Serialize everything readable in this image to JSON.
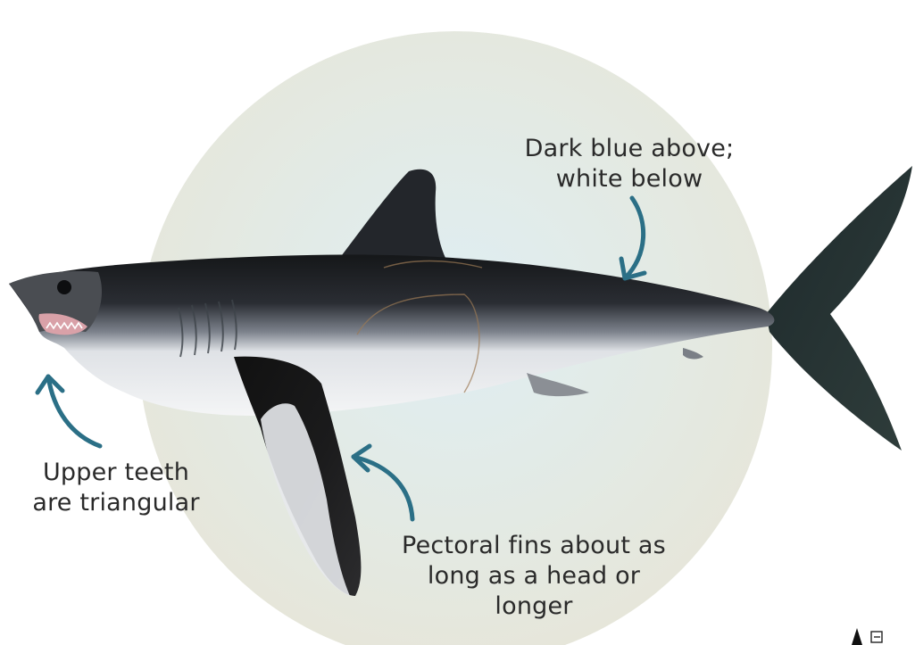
{
  "annotations": {
    "coloration": {
      "line1": "Dark blue above;",
      "line2": "white below"
    },
    "teeth": {
      "line1": "Upper teeth",
      "line2": "are triangular"
    },
    "fins": {
      "line1": "Pectoral fins about as",
      "line2": "long as a head or",
      "line3": "longer"
    }
  },
  "colors": {
    "background_circle": "#e4ebe3",
    "arrow": "#2b6f86",
    "shark_back": "#1f2226",
    "shark_belly": "#eef0f2",
    "label_text": "#2a2a2a"
  },
  "icons": [
    "pointer-arrow-icon",
    "annotation-arrow-icon"
  ]
}
